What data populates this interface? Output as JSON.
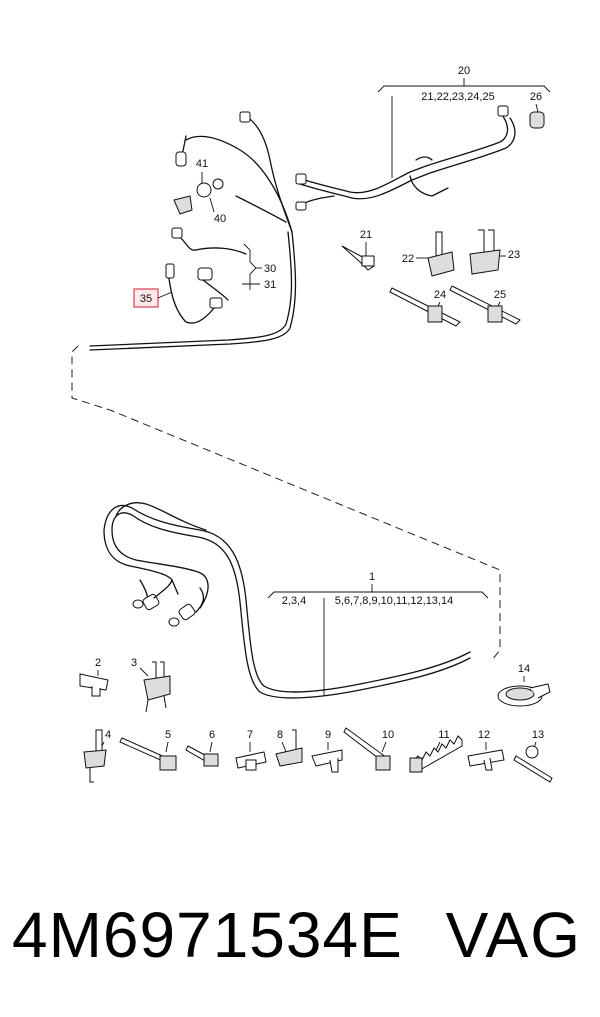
{
  "diagram": {
    "group_label_20": "20",
    "group_sub_20": "21,22,23,24,25",
    "label_26": "26",
    "label_21": "21",
    "label_22": "22",
    "label_23": "23",
    "label_24": "24",
    "label_25": "25",
    "label_41": "41",
    "label_40": "40",
    "label_30": "30",
    "label_31": "31",
    "label_35": "35",
    "group_label_1": "1",
    "group_sub_1a": "2,3,4",
    "group_sub_1b": "5,6,7,8,9,10,11,12,13,14",
    "label_2": "2",
    "label_3": "3",
    "label_4": "4",
    "label_5": "5",
    "label_6": "6",
    "label_7": "7",
    "label_8": "8",
    "label_9": "9",
    "label_10": "10",
    "label_11": "11",
    "label_12": "12",
    "label_13": "13",
    "label_14": "14",
    "highlight_color": "#d6434f"
  },
  "footer": {
    "part_number": "4M6971534E",
    "brand": "VAG"
  }
}
